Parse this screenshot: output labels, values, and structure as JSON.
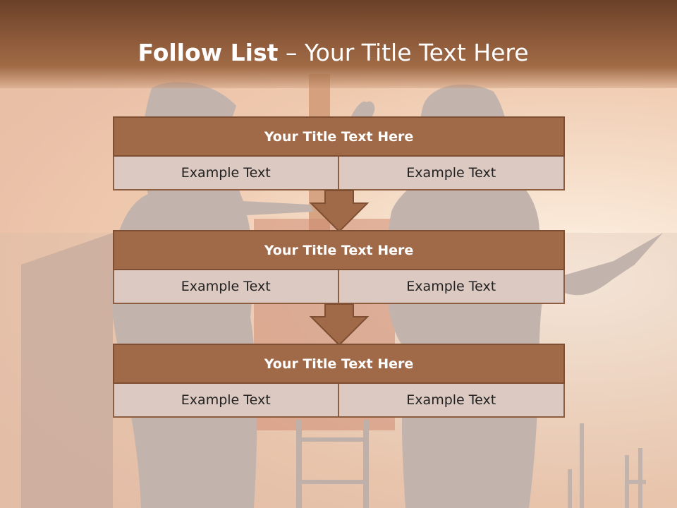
{
  "slide": {
    "title_bold": "Follow List",
    "title_rest": " – Your Title Text Here"
  },
  "blocks": [
    {
      "title": "Your Title Text Here",
      "cells": [
        "Example Text",
        "Example Text"
      ]
    },
    {
      "title": "Your Title Text Here",
      "cells": [
        "Example Text",
        "Example Text"
      ]
    },
    {
      "title": "Your Title Text Here",
      "cells": [
        "Example Text",
        "Example Text"
      ]
    }
  ],
  "icons": [
    "down-arrow-icon",
    "down-arrow-icon"
  ],
  "colors": {
    "header_band": "#8d5a3a",
    "block_title": "#a06947",
    "block_border": "#7e4f33",
    "cell_fill": "#dcc9c1",
    "arrow_fill": "#a06947"
  }
}
